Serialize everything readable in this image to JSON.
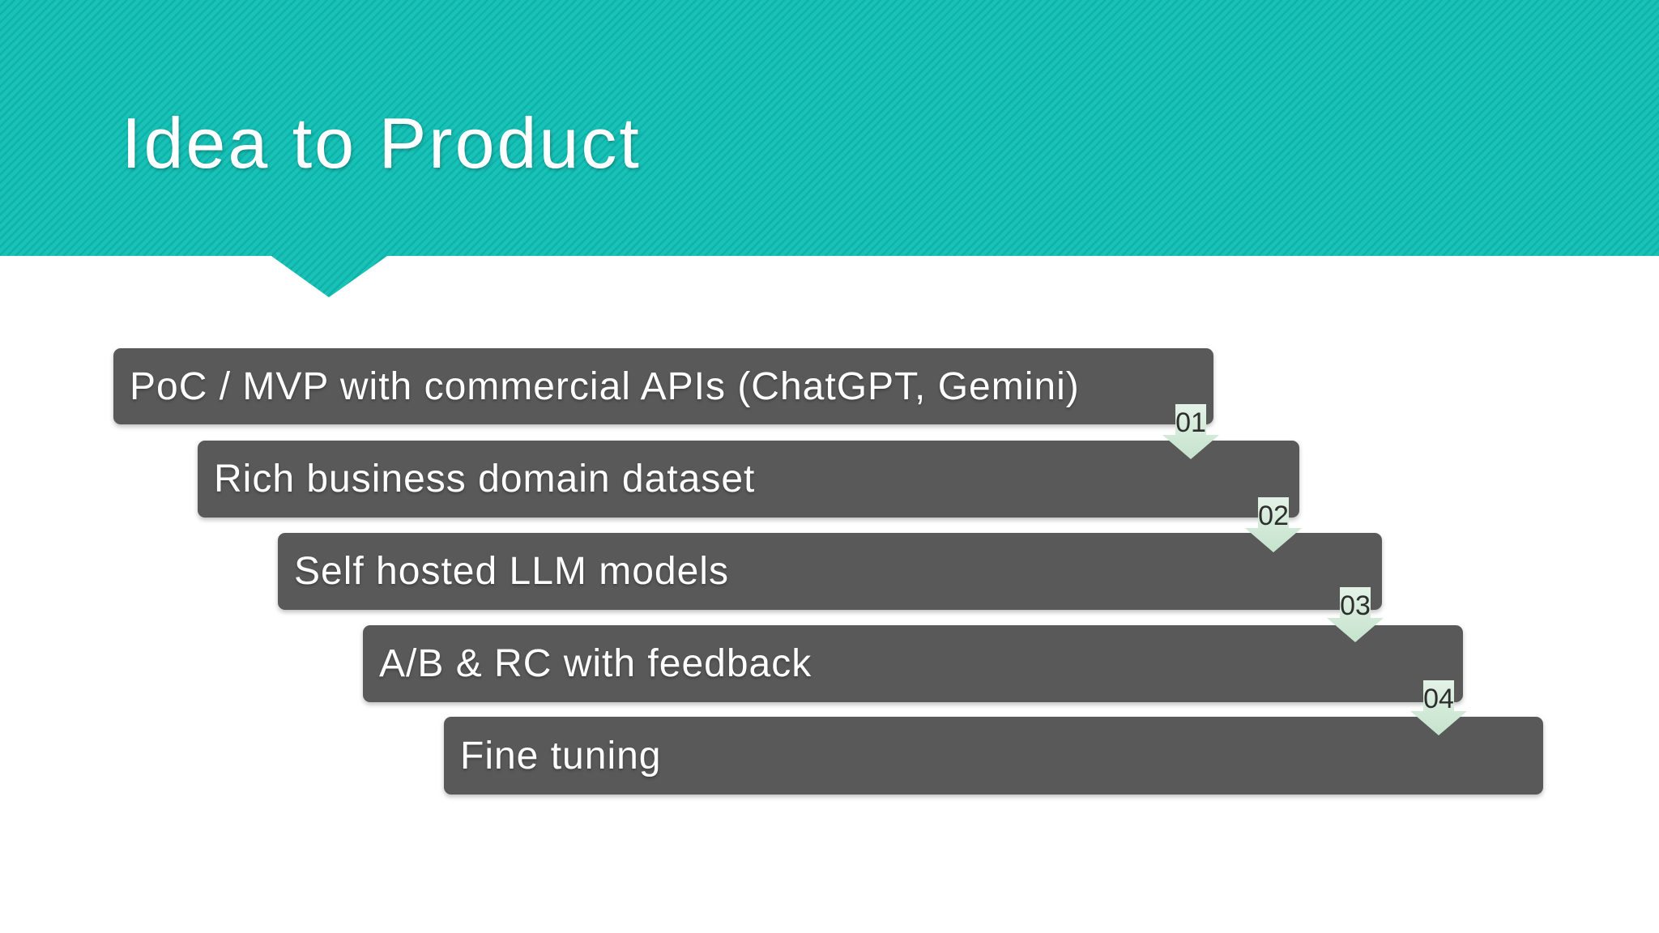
{
  "slide": {
    "title": "Idea to Product",
    "steps": [
      {
        "label": "PoC / MVP with commercial APIs (ChatGPT, Gemini)",
        "badge": "01"
      },
      {
        "label": "Rich business domain dataset",
        "badge": "02"
      },
      {
        "label": "Self hosted LLM models",
        "badge": "03"
      },
      {
        "label": "A/B & RC with feedback",
        "badge": "04"
      },
      {
        "label": "Fine tuning",
        "badge": ""
      }
    ],
    "colors": {
      "band_teal": "#13bcb1",
      "band_stripe_light": "#19c2b7",
      "band_stripe_dark": "#0fb2a8",
      "bar_gray": "#595959",
      "bar_text": "#ffffff",
      "badge_mint_light": "#e4f2e7",
      "badge_mint_dark": "#c5e3cd",
      "badge_text": "#2e2e2e",
      "background": "#ffffff"
    }
  }
}
